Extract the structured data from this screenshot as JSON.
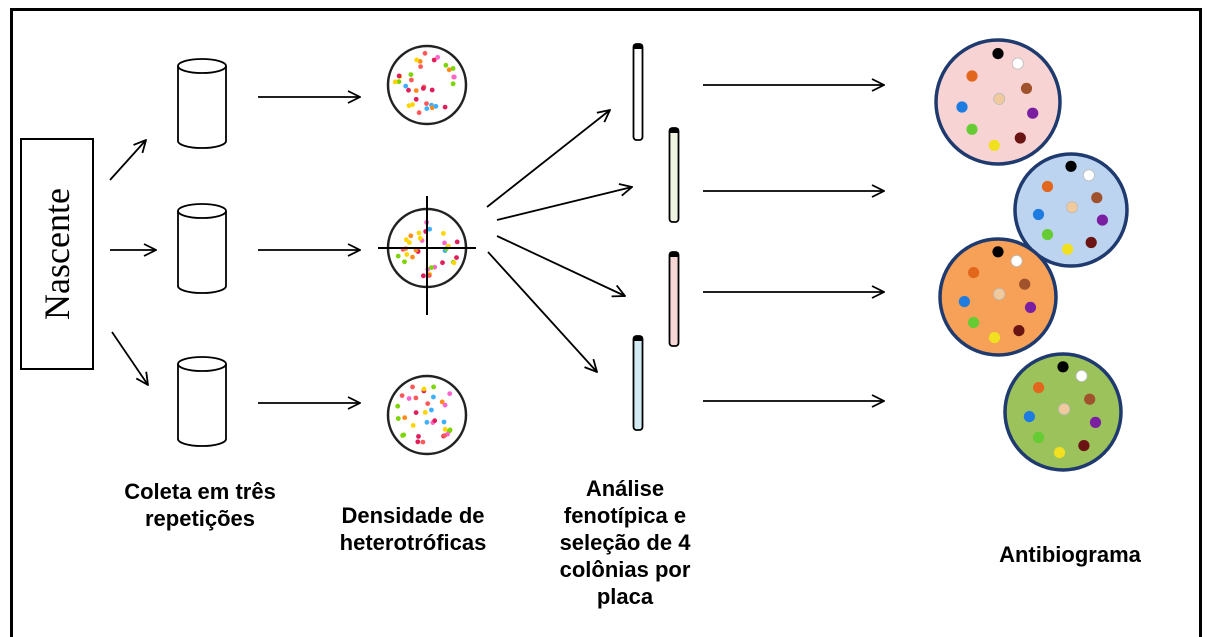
{
  "source": {
    "label": "Nascente"
  },
  "captions": {
    "collection": [
      "Coleta em três",
      "repetições"
    ],
    "density": [
      "Densidade de",
      "heterotróficas"
    ],
    "phenotypic": [
      "Análise",
      "fenotípica e",
      "seleção de 4",
      "colônias por",
      "placa"
    ],
    "antibiogram": [
      "Antibiograma"
    ]
  },
  "colors": {
    "outline": "#000000",
    "tube_fills": [
      "#ffffff",
      "#eef3e2",
      "#f7d6d6",
      "#d3ecf4"
    ],
    "antibiogram_fills": [
      "#f7d3d3",
      "#bcd4ef",
      "#f6a157",
      "#9cc25c"
    ],
    "disc_colors": [
      "#000000",
      "#ffffff",
      "#e2671d",
      "#a0522d",
      "#1e7be0",
      "#7a1fa2",
      "#6b1414",
      "#66cc33",
      "#f0e020",
      "#f0c99c"
    ]
  }
}
